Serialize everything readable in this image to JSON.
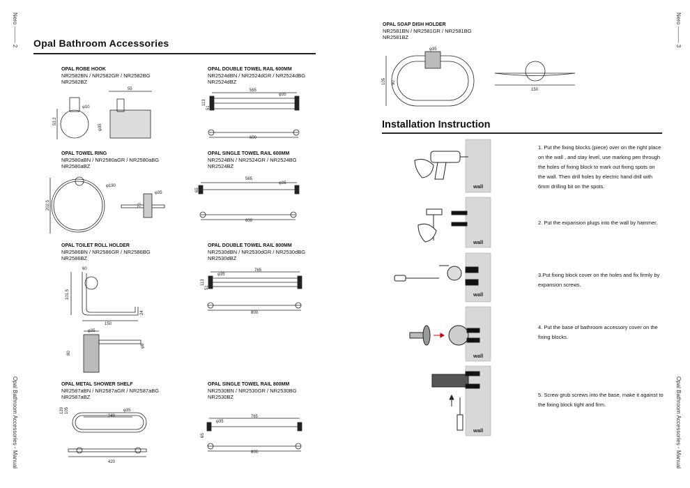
{
  "header": {
    "left_brand": "Nero",
    "left_page": "2",
    "right_brand": "Nero",
    "right_page": "3",
    "left_footer": "Opal Bathroom Accessories - Manual",
    "right_footer": "Opal Bathroom Accessories - Manual"
  },
  "left": {
    "title": "Opal Bathroom Accessories",
    "products": [
      {
        "name": "OPAL ROBE HOOK",
        "codes": [
          "NR2582BN / NR2582GR / NR2582BG",
          "NR2582BZ"
        ]
      },
      {
        "name": "OPAL DOUBLE TOWEL RAIL 600MM",
        "codes": [
          "NR2524dBN / NR2524dGR / NR2524dBG",
          "NR2524dBZ"
        ]
      },
      {
        "name": "OPAL TOWEL RING",
        "codes": [
          "NR2580aBN / NR2580aGR / NR2580aBG",
          "NR2580aBZ"
        ]
      },
      {
        "name": "OPAL SINGLE TOWEL RAIL 600MM",
        "codes": [
          "NR2524BN / NR2524GR / NR2524BG",
          "NR2524BZ"
        ]
      },
      {
        "name": "OPAL TOILET ROLL HOLDER",
        "codes": [
          "NR2586BN / NR2586GR / NR2586BG",
          "NR2586BZ"
        ]
      },
      {
        "name": "OPAL DOUBLE TOWEL RAIL 800MM",
        "codes": [
          "NR2530dBN / NR2530dGR / NR2530dBG",
          "NR2530dBZ"
        ]
      },
      {
        "name": "OPAL METAL SHOWER SHELF",
        "codes": [
          "NR2587aBN / NR2587aGR / NR2587aBG",
          "NR2587aBZ"
        ]
      },
      {
        "name": "OPAL SINGLE TOWEL RAIL 800MM",
        "codes": [
          "NR2530BN / NR2530GR / NR2530BG",
          "NR2530BZ"
        ]
      }
    ],
    "dims": {
      "hook": [
        "55",
        "φ10",
        "53.2",
        "φ35"
      ],
      "dtr600": [
        "565",
        "φ35",
        "113",
        "51",
        "600"
      ],
      "ring": [
        "φ190",
        "202.5",
        "φ35",
        "70"
      ],
      "str600": [
        "565",
        "φ35",
        "65",
        "600"
      ],
      "trh": [
        "60",
        "101.5",
        "24",
        "150",
        "φ35",
        "80",
        "φ8"
      ],
      "dtr800": [
        "765",
        "φ35",
        "113",
        "51",
        "800"
      ],
      "shelf": [
        "240",
        "φ35",
        "120",
        "105",
        "420"
      ],
      "str800": [
        "765",
        "φ35",
        "65",
        "800"
      ]
    }
  },
  "right": {
    "soap": {
      "name": "OPAL SOAP DISH HOLDER",
      "codes": [
        "NR2581BN / NR2581GR / NR2581BG",
        "NR2581BZ"
      ],
      "dims": [
        "φ35",
        "105",
        "90",
        "150"
      ]
    },
    "install_title": "Installation Instruction",
    "wall_label": "wall",
    "steps": [
      "1. Put the fixing blocks (piece) over on the right place on the wall , and stay level, use marking pen through the holes of fixing block to mark out fixing spots on the wall. Then drill holes by electric hand drill with 6mm drilling bit on the spots.",
      "2. Put the expansion plugs into the wall by hammer.",
      "3.Put fixing block cover on the holes and fix firmly by expansion screws.",
      "4. Put the base of bathroom accessory cover on the fixing blocks.",
      "5. Screw grub screws into the base, make it  against to the fixing block tight and firm."
    ]
  },
  "colors": {
    "ink": "#111111",
    "wall": "#d8d8d8",
    "bar": "#1a1a1a"
  }
}
